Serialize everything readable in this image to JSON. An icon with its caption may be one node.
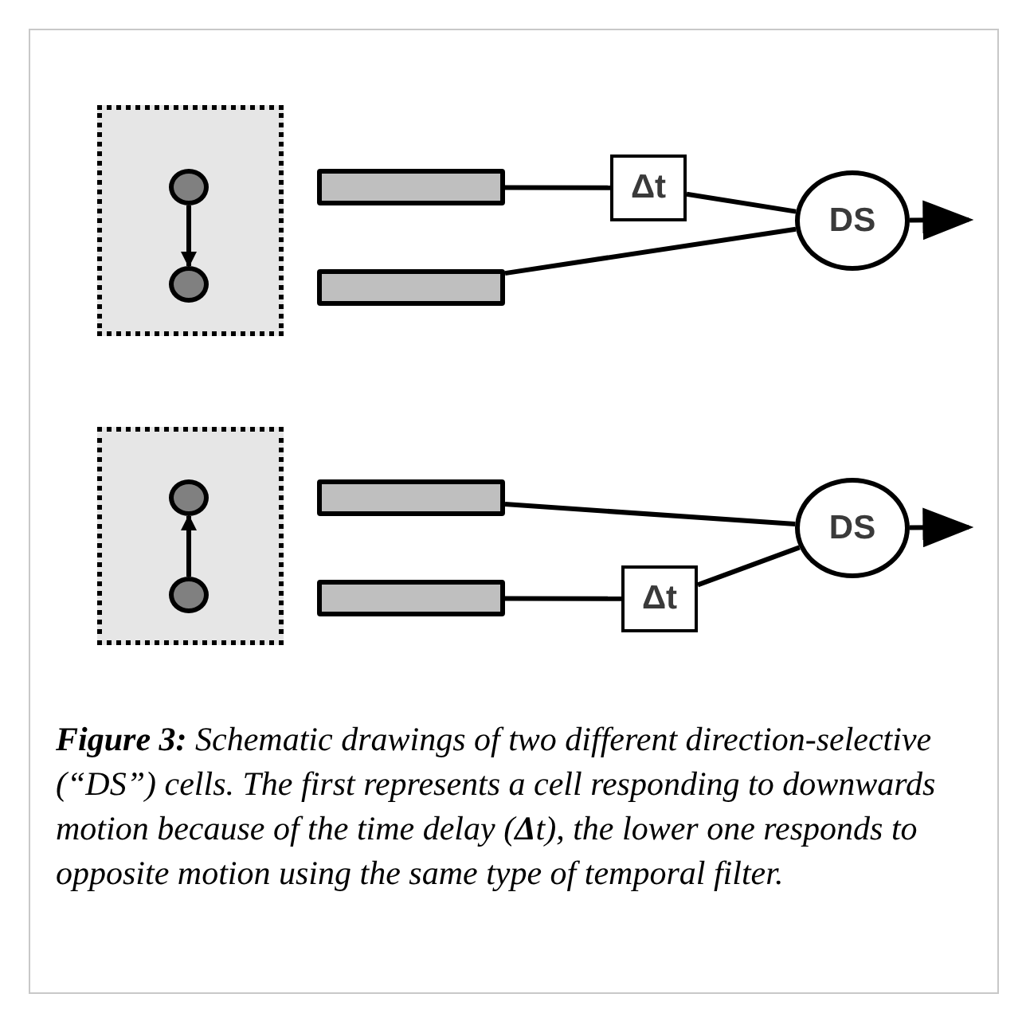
{
  "diagram": {
    "caption": "**Figure 3:** Schematic drawings of two different direction-selective (“DS”) cells. The first represents a cell responding to downwards motion because of the time delay (**Δ**t), the lower one responds to opposite motion using the same type of temporal filter.",
    "nodes": [
      {
        "text": [],
        "shape": "box"
      },
      {
        "text": [],
        "shape": "circle",
        "in": 0
      },
      {
        "text": [],
        "shape": "circle",
        "in": 0
      },
      {
        "text": [],
        "shape": "bar"
      },
      {
        "text": [],
        "shape": "bar"
      },
      {
        "text": [
          "Δt"
        ]
      },
      {
        "text": [
          "DS"
        ]
      },
      {
        "text": [],
        "shape": "box"
      },
      {
        "text": [],
        "shape": "circle",
        "in": 7
      },
      {
        "text": [],
        "shape": "circle",
        "in": 7
      },
      {
        "text": [],
        "shape": "bar"
      },
      {
        "text": [],
        "shape": "bar"
      },
      {
        "text": [
          "Δt"
        ]
      },
      {
        "text": [
          "DS"
        ]
      }
    ],
    "edges": [
      {
        "from": 1,
        "to": 2,
        "arrow": "to"
      },
      {
        "from": 3,
        "to": 5,
        "arrow": "none"
      },
      {
        "from": 5,
        "to": 6,
        "arrow": "none"
      },
      {
        "from": 4,
        "to": 6,
        "arrow": "none"
      },
      {
        "from": 6,
        "to": null,
        "arrow": "to"
      },
      {
        "from": 9,
        "to": 8,
        "arrow": "to"
      },
      {
        "from": 10,
        "to": 13,
        "arrow": "none"
      },
      {
        "from": 11,
        "to": 12,
        "arrow": "none"
      },
      {
        "from": 12,
        "to": 13,
        "arrow": "none"
      },
      {
        "from": 13,
        "to": null,
        "arrow": "to"
      }
    ]
  }
}
